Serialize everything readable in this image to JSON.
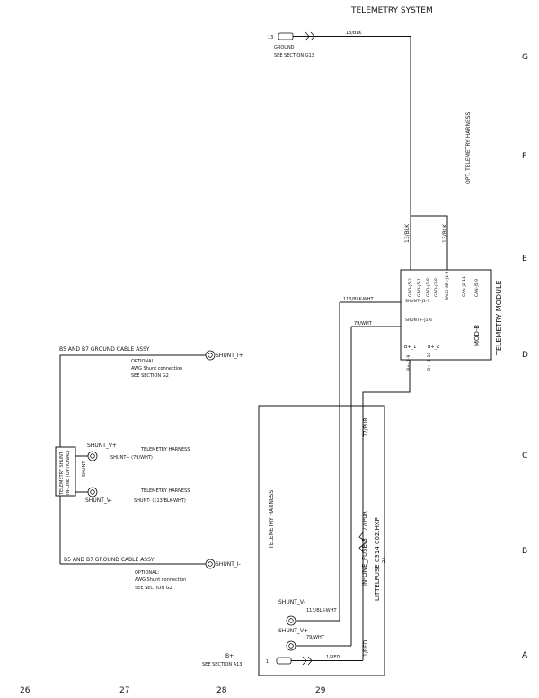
{
  "title": "TELEMETRY SYSTEM",
  "rows": [
    "G",
    "F",
    "E",
    "D",
    "C",
    "B",
    "A"
  ],
  "columns": [
    "26",
    "27",
    "28",
    "29"
  ],
  "ground": {
    "pin": "13",
    "label": "GROUND",
    "see": "SEE SECTION G13",
    "wire": "13/BLK"
  },
  "opt_harness": "OPT. TELEMETRY HARNESS",
  "module": {
    "name": "MOD-B",
    "title": "TELEMETRY MODULE",
    "top_pins": [
      "GND-J5-2",
      "GND-J5-1",
      "GND-J1-8",
      "GND-J2-8",
      "SAUX SEL-J1-3",
      "CAN-J2-11",
      "CAN-J5-9"
    ],
    "left_pins": [
      "SHUNT--J1-7",
      "SHUNT+-J1-6"
    ],
    "bottom_pins": [
      "B+-J1-9",
      "B+-J1-10"
    ],
    "wire_left": "13/BLK",
    "wire_right": "13/BLK",
    "wire_shunt_neg": "113/BLK-WHT",
    "wire_shunt_pos": "79/WHT",
    "pin_b1": "B+_1",
    "pin_b2": "B+_2"
  },
  "shunt": {
    "box_label": "TELEMETRY SHUNT",
    "box_sub": "IN-LINE (OPTIONAL)",
    "shunt_label": "SHUNT",
    "v_plus": "SHUNT_V+",
    "v_minus": "SHUNT_V-",
    "harness": "TELEMETRY HARNESS",
    "plus_wire": "SHUNT+ (79/WHT)",
    "minus_wire": "SHUNT- (113/BLK-WHT)"
  },
  "cable_top": {
    "label": "B5 AND B7 GROUND CABLE ASSY",
    "connector": "SHUNT_I+",
    "note1": "OPTIONAL:",
    "note2": "AWG Shunt connection",
    "note3": "SEE SECTION G2"
  },
  "cable_bottom": {
    "label": "B5 AND B7 GROUND CABLE ASSY",
    "connector": "SHUNT_I-",
    "note1": "OPTIONAL:",
    "note2": "AWG Shunt connection",
    "note3": "SEE SECTION G2"
  },
  "harness_box": {
    "title": "TELEMETRY HARNESS",
    "wire_pur": "77/PUR",
    "fuse": "IN-LINE_FUSE-3",
    "fuse_wire": "77/PUR",
    "littelfuse": "LITTELFUSE 0314 002.HXP",
    "amp": "2A",
    "wire_red": "1/RED",
    "sv_minus": "SHUNT_V-",
    "sv_minus_wire": "113/BLK-WHT",
    "sv_plus": "SHUNT_V+",
    "sv_plus_wire": "79/WHT"
  },
  "bplus": {
    "label": "B+",
    "see": "SEE SECTION A13",
    "pin": "1",
    "wire": "1/RED"
  }
}
